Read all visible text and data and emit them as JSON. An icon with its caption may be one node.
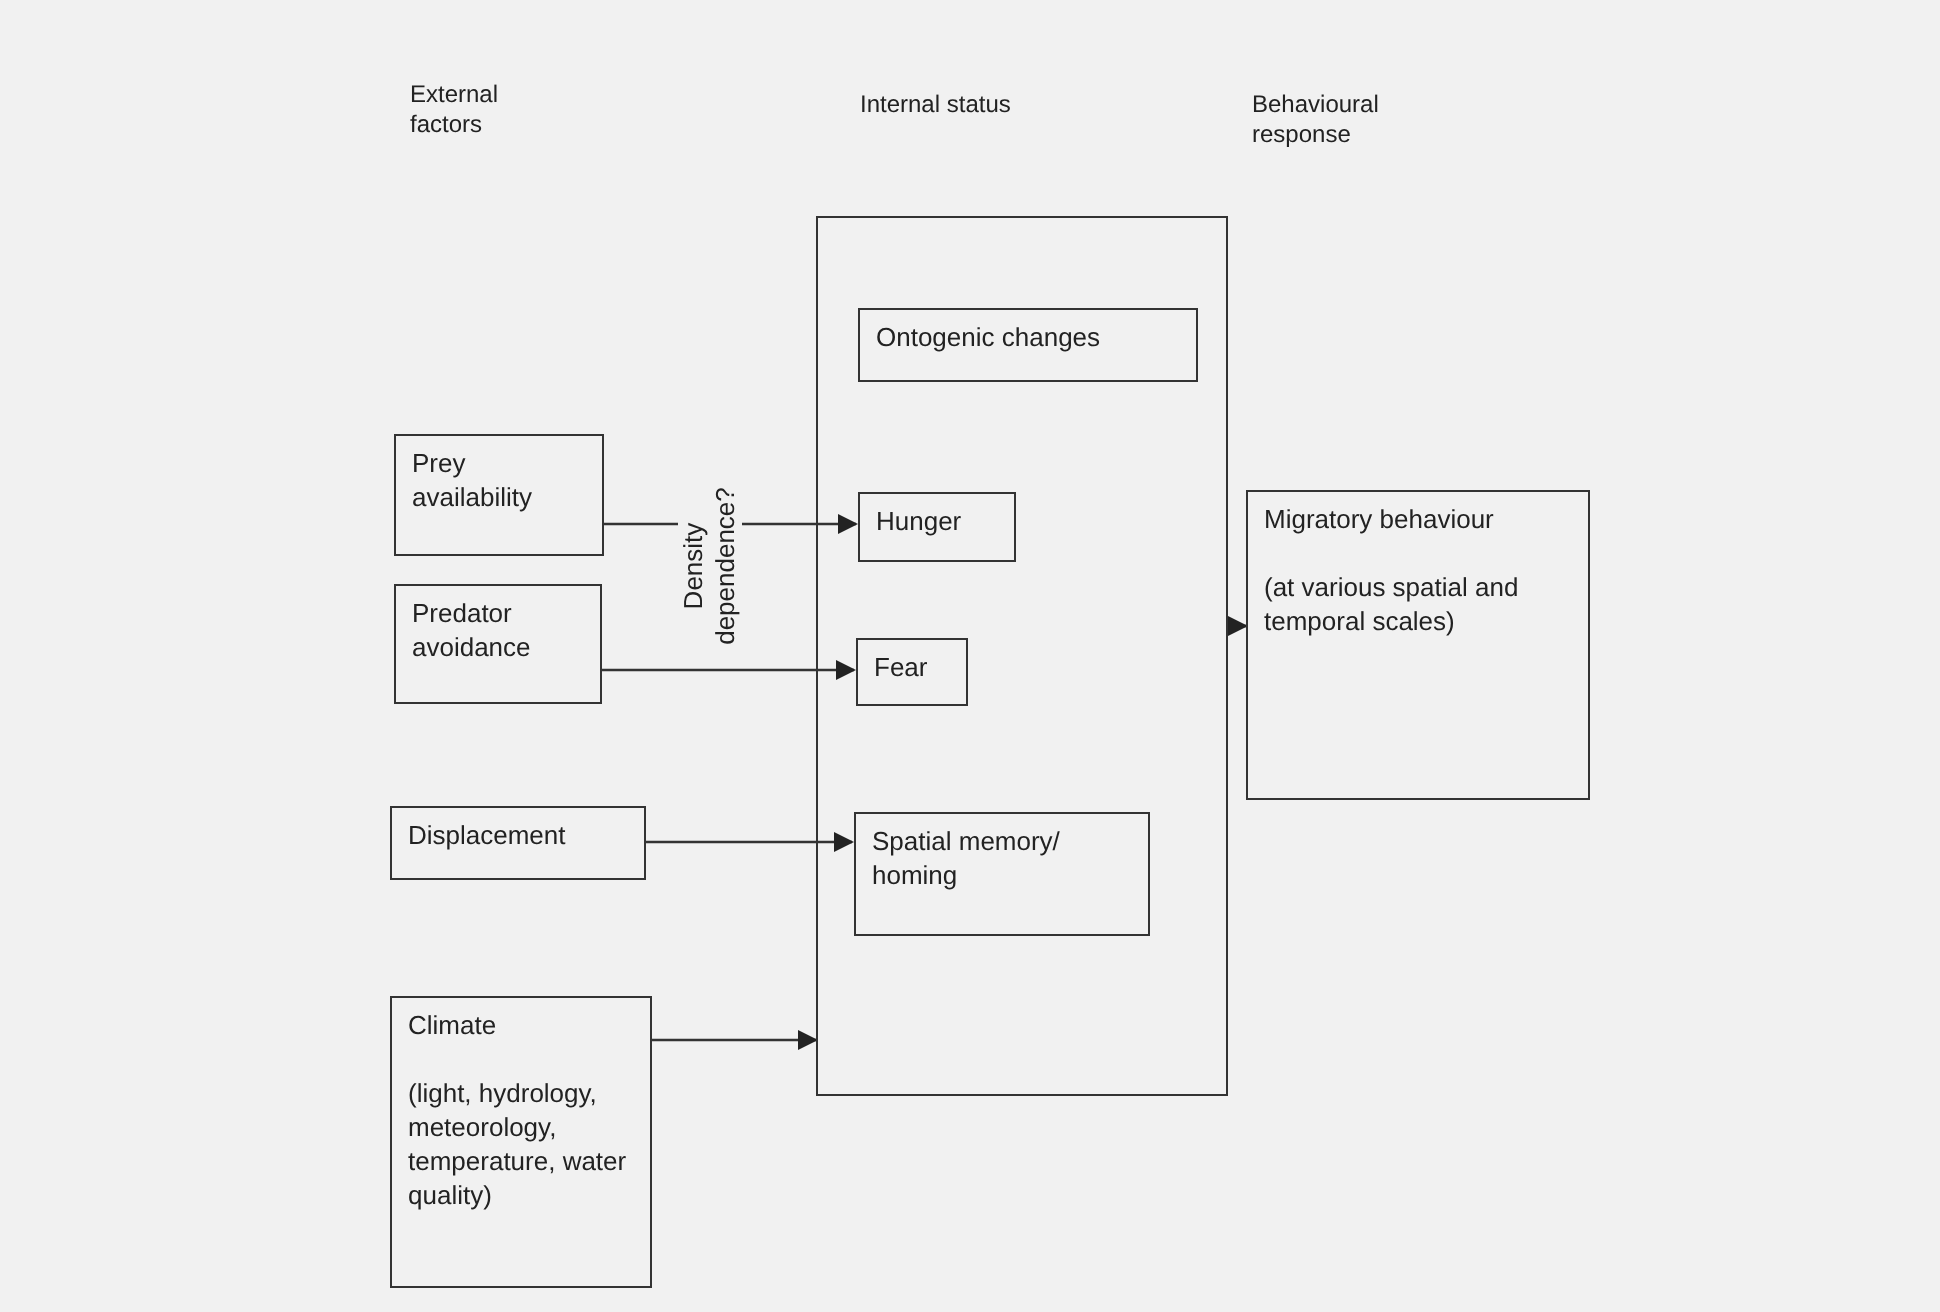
{
  "diagram": {
    "nodes": [
      {
        "text": [],
        "shape": "box"
      },
      {
        "text": [
          "Ontogenic changes"
        ],
        "in": 0
      },
      {
        "text": [
          "Prey availability"
        ]
      },
      {
        "text": [
          "Hunger"
        ],
        "in": 0
      },
      {
        "text": [
          "Predator avoidance"
        ]
      },
      {
        "text": [
          "Fear"
        ],
        "in": 0
      },
      {
        "text": [
          "Displacement"
        ]
      },
      {
        "text": [
          "Spatial memory/ homing"
        ],
        "in": 0
      },
      {
        "text": [
          "Climate",
          "(light, hydrology, meteorology, temperature, water quality)"
        ]
      },
      {
        "text": [
          "Migratory behaviour",
          "(at various spatial and temporal scales)"
        ]
      }
    ],
    "edges": [
      {
        "from": 2,
        "to": 3,
        "arrow": "to"
      },
      {
        "from": 4,
        "to": 5,
        "arrow": "to"
      },
      {
        "from": 6,
        "to": 7,
        "arrow": "to"
      },
      {
        "from": 8,
        "to": 0,
        "arrow": "to"
      },
      {
        "from": 0,
        "to": 9,
        "arrow": "to"
      }
    ],
    "labels": [
      "External factors",
      "Internal status",
      "Behavioural response",
      "Density dependence?"
    ]
  }
}
